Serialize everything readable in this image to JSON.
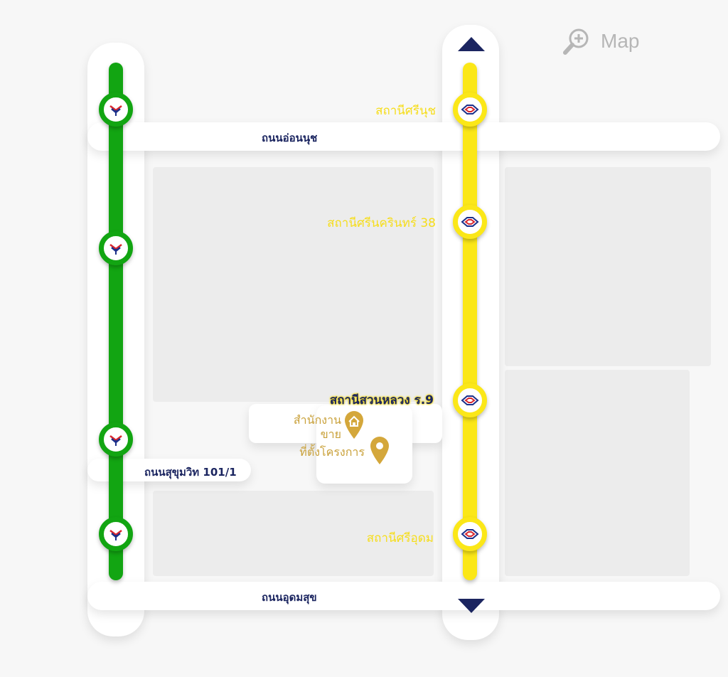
{
  "zoom": {
    "label": "Map",
    "icon": "zoom-in-icon"
  },
  "roads": {
    "top": "ถนนอ่อนนุช",
    "middle": "ถนนสุขุมวิท 101/1",
    "bottom": "ถนนอุดมสุข"
  },
  "yellow_line": {
    "color": "#fbe718",
    "stations": [
      {
        "name": "สถานีศรีนุช"
      },
      {
        "name": "สถานีศรีนครินทร์ 38"
      },
      {
        "name": "สถานีสวนหลวง ร.9"
      },
      {
        "name": "สถานีศรีอุดม"
      }
    ],
    "nav": {
      "up_icon": "triangle-up-icon",
      "down_icon": "triangle-down-icon"
    }
  },
  "green_line": {
    "color": "#12a512",
    "station_icon": "bts-logo-icon",
    "station_count": 4
  },
  "poi": {
    "sales_office": "สำนักงาน\nขาย",
    "project_location": "ที่ตั้งโครงการ",
    "sales_office_icon": "house-pin-icon",
    "project_icon": "location-pin-icon",
    "accent": "#d4a73b"
  }
}
